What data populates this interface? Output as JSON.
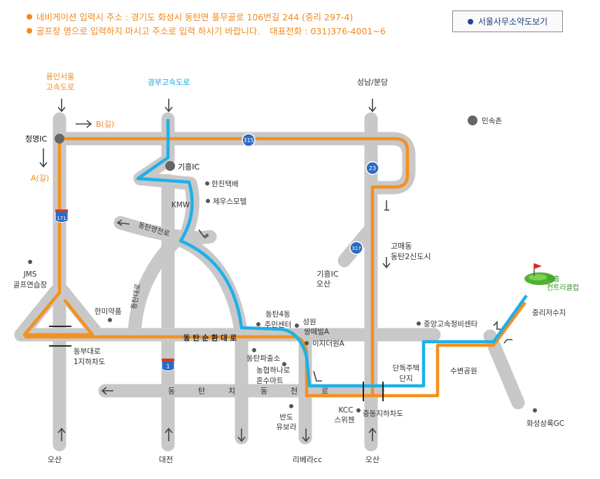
{
  "header": {
    "address": "네비게이션 입력시 주소 : 경기도 화성시 동탄면 풀무골로 106번길 244 (중리 297-4)",
    "instruction": "골프장 명으로 입력하지 마시고 주소로 입력 하시기 바랍니다.",
    "phone": "대표전화 : 031)376-4001~6"
  },
  "office_button": "서울사무소약도보기",
  "map": {
    "directions": {
      "yongin_seoul": [
        "용인서울",
        "고속도로"
      ],
      "gyeongbu": "경부고속도로",
      "seongnam": "성남/분당",
      "b_road": "B(길)",
      "a_road": "A(길)",
      "osan_left": "오산",
      "daejeon": "대전",
      "riviera": "리베라cc",
      "osan_bottom": "오산",
      "giheung_osan": [
        "기흥IC",
        "오산"
      ],
      "gomae": [
        "고매동",
        "동탄2신도시"
      ]
    },
    "interchanges": {
      "cheongmyeong": "청명IC",
      "giheung": "기흥IC"
    },
    "road_labels": {
      "dongtan_yeongcheon": "동탄영천로",
      "dongtan_daero": "동탄대로",
      "sunhwan": "동 탄 순 환 대 로",
      "dongtan_chi": [
        "동",
        "탄",
        "치",
        "동",
        "천",
        "로"
      ]
    },
    "shields": {
      "r315": "315",
      "r23": "23",
      "r317": "317",
      "r171": "171",
      "r1": "1"
    },
    "places": {
      "hanjin": "한진택배",
      "jeju_motel": "제우스모텔",
      "kmw": "KMW",
      "minsokchon": "민속촌",
      "jms": [
        "JMS",
        "골프연습장"
      ],
      "hanmi": "한미약품",
      "dongtan4": [
        "동탄4동",
        "주민센터"
      ],
      "seongwon": [
        "성원",
        "쌍떼빌A"
      ],
      "ijiduone": "이지더원A",
      "police": "동탄파출소",
      "nonghyup": [
        "농협하나로",
        "혼수마트"
      ],
      "bando": [
        "반도",
        "유보라"
      ],
      "kcc": [
        "KCC",
        "스위첸"
      ],
      "jungdong": "중동지하차도",
      "dongbu": [
        "동부대로",
        "1지하차도"
      ],
      "danji": [
        "단독주택",
        "단지"
      ],
      "central_service": "중앙고속정비센타",
      "suban_park": "수변공원",
      "jungni_reservoir": "중리저수지",
      "hwaseong_gc": "화성상록GC",
      "destination": [
        "기흥",
        "컨트리클럽"
      ]
    }
  },
  "colors": {
    "orange_route": "#f5901e",
    "blue_route": "#1eb0ea",
    "road_gray": "#c8c8c8",
    "accent_text": "#f28a1e"
  }
}
